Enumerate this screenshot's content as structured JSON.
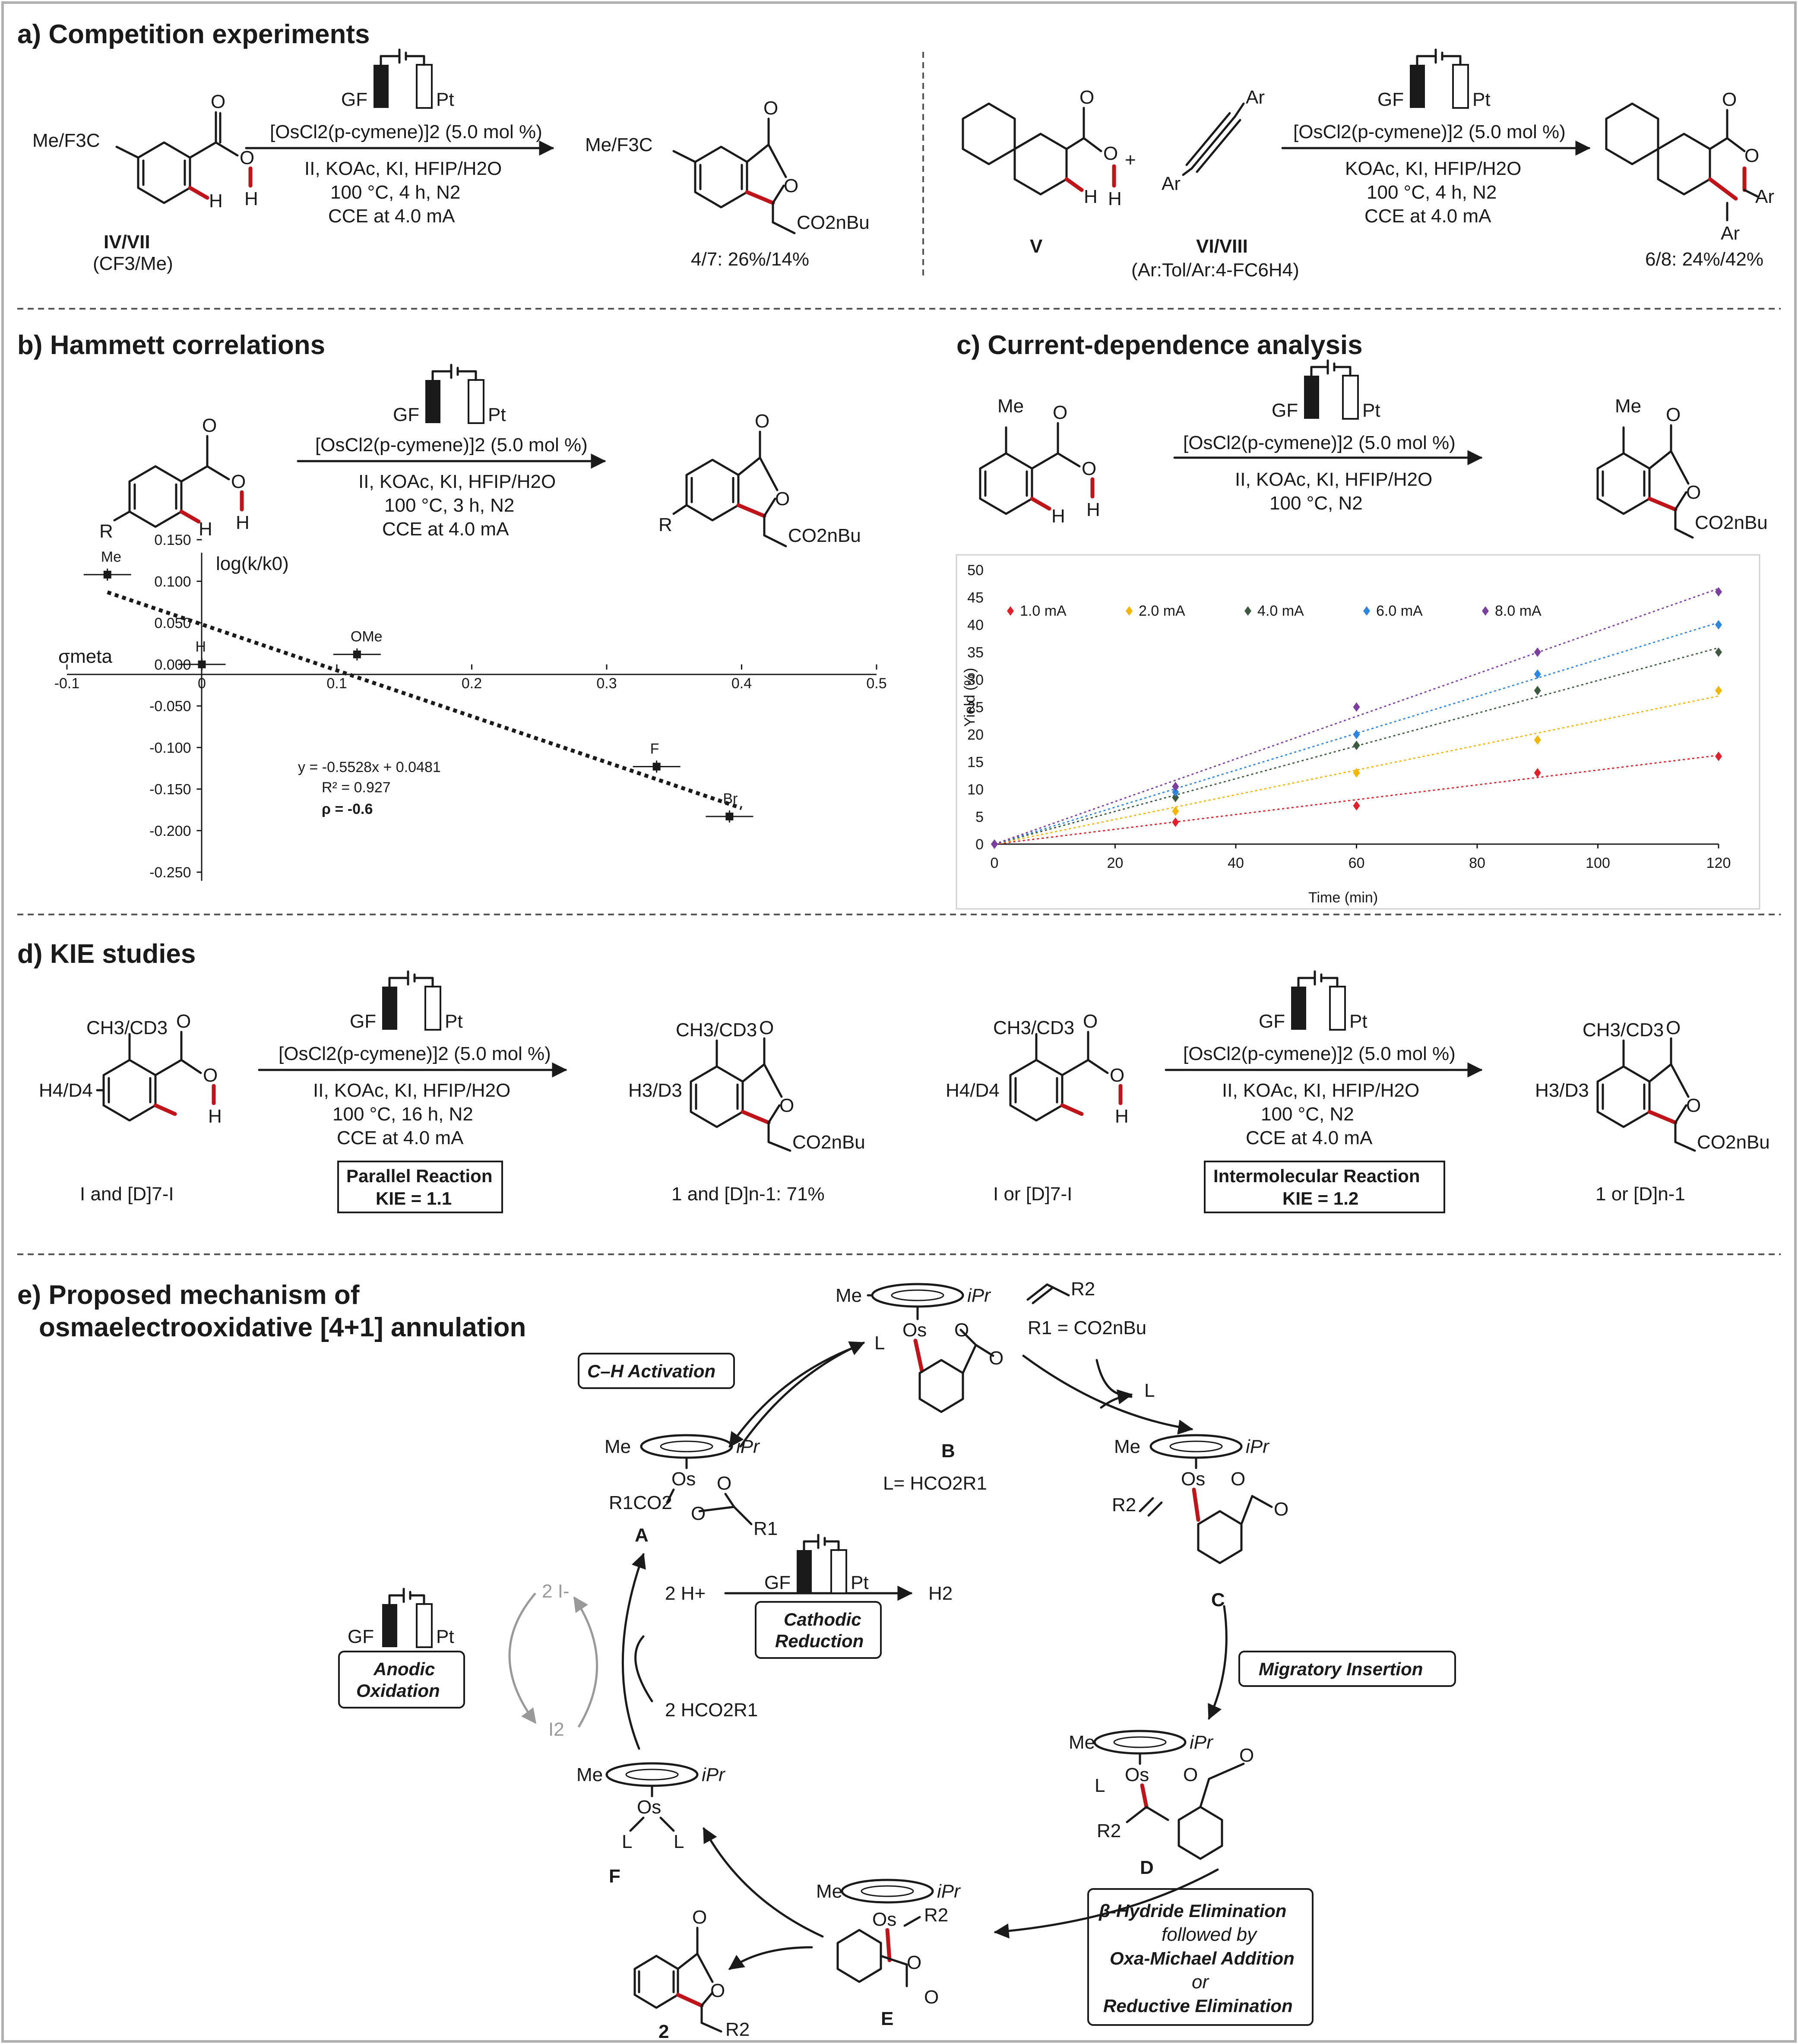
{
  "panels": {
    "a": {
      "title": "a) Competition experiments",
      "left": {
        "electrodes": {
          "gf": "GF",
          "pt": "Pt"
        },
        "catalyst": "[OsCl2(p-cymene)]2 (5.0 mol %)",
        "cond1": "II, KOAc, KI, HFIP/H2O",
        "cond2": "100 °C, 4 h, N2",
        "cond3": "CCE at 4.0 mA",
        "sub_substituent": "Me/F3C",
        "sub_label": "IV/VII",
        "sub_sublabel": "(CF3/Me)",
        "prod_substituent": "Me/F3C",
        "prod_ester": "CO2nBu",
        "prod_label": "4/7: 26%/14%"
      },
      "right": {
        "electrodes": {
          "gf": "GF",
          "pt": "Pt"
        },
        "catalyst": "[OsCl2(p-cymene)]2 (5.0 mol %)",
        "cond1": "KOAc, KI, HFIP/H2O",
        "cond2": "100 °C, 4 h, N2",
        "cond3": "CCE at 4.0 mA",
        "sub_label": "V",
        "plus": "+",
        "alkyne_ar": "Ar",
        "alkyne_label": "VI/VIII",
        "alkyne_sublabel": "(Ar:Tol/Ar:4-FC6H4)",
        "prod_ar": "Ar",
        "prod_label": "6/8: 24%/42%"
      }
    },
    "b": {
      "title": "b) Hammett correlations",
      "electrodes": {
        "gf": "GF",
        "pt": "Pt"
      },
      "catalyst": "[OsCl2(p-cymene)]2 (5.0 mol %)",
      "cond1": "II, KOAc, KI, HFIP/H2O",
      "cond2": "100 °C, 3 h, N2",
      "cond3": "CCE at 4.0 mA",
      "sub_R": "R",
      "prod_R": "R",
      "prod_ester": "CO2nBu",
      "ylabel": "log(k/k0)",
      "xlabel": "σmeta",
      "equation": "y = -0.5528x + 0.0481",
      "r2": "R² = 0.927",
      "rho": "ρ = -0.6"
    },
    "c": {
      "title": "c) Current-dependence analysis",
      "electrodes": {
        "gf": "GF",
        "pt": "Pt"
      },
      "catalyst": "[OsCl2(p-cymene)]2 (5.0 mol %)",
      "cond1": "II, KOAc, KI, HFIP/H2O",
      "cond2": "100 °C, N2",
      "sub_me": "Me",
      "prod_me": "Me",
      "prod_ester": "CO2nBu"
    },
    "d": {
      "title": "d) KIE studies",
      "left": {
        "electrodes": {
          "gf": "GF",
          "pt": "Pt"
        },
        "catalyst": "[OsCl2(p-cymene)]2 (5.0 mol %)",
        "cond1": "II, KOAc, KI, HFIP/H2O",
        "cond2": "100 °C, 16 h, N2",
        "cond3": "CCE at 4.0 mA",
        "box_line1": "Parallel Reaction",
        "box_line2": "KIE = 1.1",
        "sub_me": "CH3/CD3",
        "sub_h": "H4/D4",
        "sub_label": "I and [D]7-I",
        "prod_me": "CH3/CD3",
        "prod_h": "H3/D3",
        "prod_ester": "CO2nBu",
        "prod_label": "1 and [D]n-1: 71%"
      },
      "right": {
        "electrodes": {
          "gf": "GF",
          "pt": "Pt"
        },
        "catalyst": "[OsCl2(p-cymene)]2 (5.0 mol %)",
        "cond1": "II, KOAc, KI, HFIP/H2O",
        "cond2": "100 °C, N2",
        "cond3": "CCE at 4.0 mA",
        "box_line1": "Intermolecular Reaction",
        "box_line2": "KIE = 1.2",
        "sub_me": "CH3/CD3",
        "sub_h": "H4/D4",
        "sub_label": "I or [D]7-I",
        "prod_me": "CH3/CD3",
        "prod_h": "H3/D3",
        "prod_ester": "CO2nBu",
        "prod_label": "1 or [D]n-1"
      }
    },
    "e": {
      "title_line1": "e) Proposed mechanism of",
      "title_line2": "osmaelectrooxidative [4+1] annulation",
      "ch_activation": "C–H Activation",
      "migratory": "Migratory Insertion",
      "cathodic_l1": "Cathodic",
      "cathodic_l2": "Reduction",
      "anodic_l1": "Anodic",
      "anodic_l2": "Oxidation",
      "beta_l1": "β-Hydride Elimination",
      "beta_l2": "followed by",
      "beta_l3": "Oxa-Michael Addition",
      "beta_l4": "or",
      "beta_l5": "Reductive Elimination",
      "alkene": "R2",
      "r1_def": "R1 = CO2nBu",
      "l_release": "L",
      "l_def": "L= HCO2R1",
      "two_h": "2 H+",
      "h2": "H2",
      "two_hco2r": "2 HCO2R1",
      "two_i": "2 I-",
      "i2": "I2",
      "me": "Me",
      "ipr": "iPr",
      "os": "Os",
      "lig_L": "L",
      "r1co2": "R1CO2",
      "r1": "R1",
      "r2": "R2",
      "o": "O",
      "labels": {
        "A": "A",
        "B": "B",
        "C": "C",
        "D": "D",
        "E": "E",
        "F": "F",
        "P2": "2"
      },
      "electrodes": {
        "gf": "GF",
        "pt": "Pt"
      }
    }
  },
  "chart_data": [
    {
      "type": "scatter",
      "title": "",
      "xlabel": "σmeta",
      "ylabel": "log(k/k0)",
      "xlim": [
        -0.1,
        0.5
      ],
      "ylim": [
        -0.25,
        0.15
      ],
      "x_ticks": [
        "-0.1",
        "0",
        "0.1",
        "0.2",
        "0.3",
        "0.4",
        "0.5"
      ],
      "y_ticks": [
        "0.150",
        "0.100",
        "0.050",
        "0.000",
        "-0.050",
        "-0.100",
        "-0.150",
        "-0.200",
        "-0.250"
      ],
      "points": [
        {
          "label": "Me",
          "x": -0.07,
          "y": 0.108
        },
        {
          "label": "H",
          "x": 0.0,
          "y": 0.0
        },
        {
          "label": "OMe",
          "x": 0.115,
          "y": 0.012
        },
        {
          "label": "F",
          "x": 0.337,
          "y": -0.123
        },
        {
          "label": "Br",
          "x": 0.391,
          "y": -0.183
        }
      ],
      "fit": {
        "slope": -0.5528,
        "intercept": 0.0481
      }
    },
    {
      "type": "scatter",
      "title": "",
      "xlabel": "Time (min)",
      "ylabel": "Yield (%)",
      "xlim": [
        0,
        120
      ],
      "ylim": [
        0,
        50
      ],
      "x_ticks": [
        "0",
        "20",
        "40",
        "60",
        "80",
        "100",
        "120"
      ],
      "y_ticks": [
        "0",
        "5",
        "10",
        "15",
        "20",
        "25",
        "30",
        "35",
        "40",
        "45",
        "50"
      ],
      "legend_position": "top-left",
      "x": [
        0,
        30,
        60,
        90,
        120
      ],
      "series": [
        {
          "name": "1.0 mA",
          "color": "#e0202a",
          "values": [
            0,
            4,
            7,
            13,
            16
          ]
        },
        {
          "name": "2.0 mA",
          "color": "#f2b705",
          "values": [
            0,
            6,
            13,
            19,
            28
          ]
        },
        {
          "name": "4.0 mA",
          "color": "#3d5a40",
          "values": [
            0,
            8.5,
            18,
            28,
            35
          ]
        },
        {
          "name": "6.0 mA",
          "color": "#2e86de",
          "values": [
            0,
            9.5,
            20,
            31,
            40
          ]
        },
        {
          "name": "8.0 mA",
          "color": "#7b3fa0",
          "values": [
            0,
            10.5,
            25,
            35,
            46
          ]
        }
      ]
    }
  ]
}
